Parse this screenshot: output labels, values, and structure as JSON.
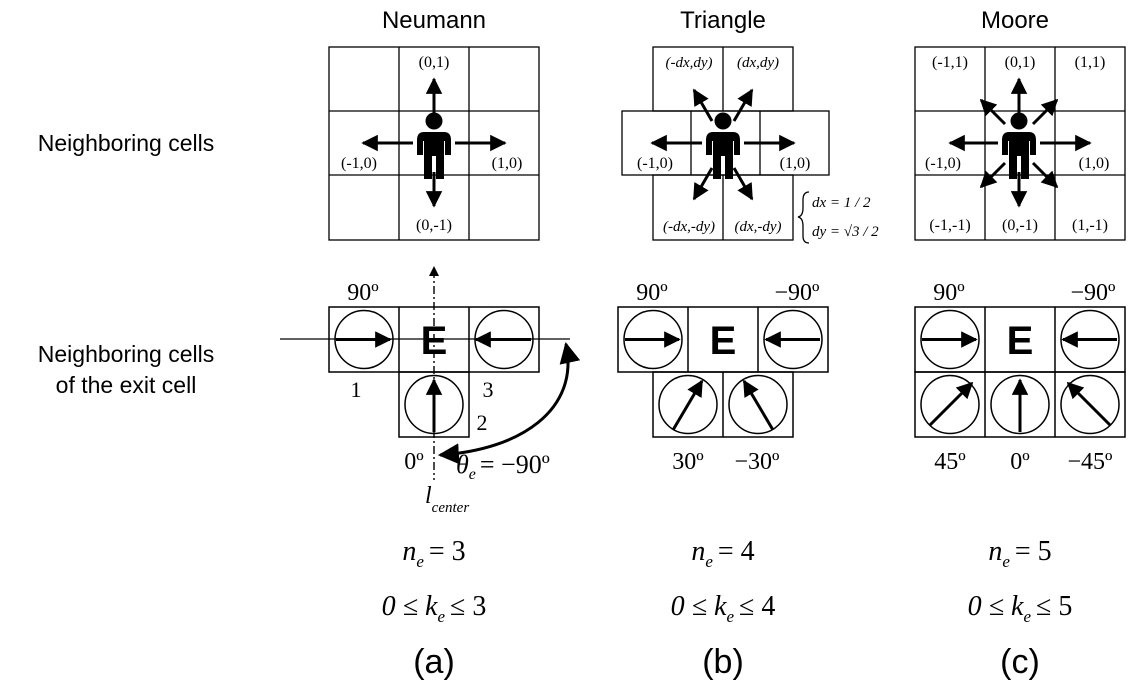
{
  "columns": [
    {
      "title": "Neumann"
    },
    {
      "title": "Triangle"
    },
    {
      "title": "Moore"
    }
  ],
  "row_labels": {
    "neighbors": "Neighboring cells",
    "exit_line1": "Neighboring cells",
    "exit_line2": "of the exit cell"
  },
  "neumann": {
    "top": "(0,1)",
    "left": "(-1,0)",
    "right": "(1,0)",
    "bottom": "(0,-1)",
    "angle_left": "90º",
    "angle_bottom": "0º",
    "cell_num_1": "1",
    "cell_num_2": "2",
    "cell_num_3": "3",
    "theta_lhs": "θ",
    "theta_sub": "e",
    "theta_rhs": "= −90º",
    "lcenter": "l",
    "lcenter_sub": "center",
    "ne_var": "n",
    "ne_sub": "e",
    "ne_rhs": "= 3",
    "ke_lhs": "0 ≤ k",
    "ke_sub": "e",
    "ke_rhs": "≤ 3",
    "panel": "(a)"
  },
  "triangle": {
    "tl": "(-dx,dy)",
    "tr": "(dx,dy)",
    "left": "(-1,0)",
    "right": "(1,0)",
    "bl": "(-dx,-dy)",
    "br": "(dx,-dy)",
    "dx_eq": "dx = 1 / 2",
    "dy_eq": "dy = √3 / 2",
    "angle_left": "90º",
    "angle_right": "−90º",
    "angle_bl": "30º",
    "angle_br": "−30º",
    "ne_var": "n",
    "ne_sub": "e",
    "ne_rhs": "= 4",
    "ke_lhs": "0 ≤ k",
    "ke_sub": "e",
    "ke_rhs": "≤ 4",
    "panel": "(b)"
  },
  "moore": {
    "tl": "(-1,1)",
    "tc": "(0,1)",
    "tr": "(1,1)",
    "ml": "(-1,0)",
    "mr": "(1,0)",
    "bl": "(-1,-1)",
    "bc": "(0,-1)",
    "br": "(1,-1)",
    "angle_left": "90º",
    "angle_right": "−90º",
    "angle_bl": "45º",
    "angle_bc": "0º",
    "angle_br": "−45º",
    "ne_var": "n",
    "ne_sub": "e",
    "ne_rhs": "= 5",
    "ke_lhs": "0 ≤ k",
    "ke_sub": "e",
    "ke_rhs": "≤ 5",
    "panel": "(c)"
  },
  "exit_label": "E"
}
